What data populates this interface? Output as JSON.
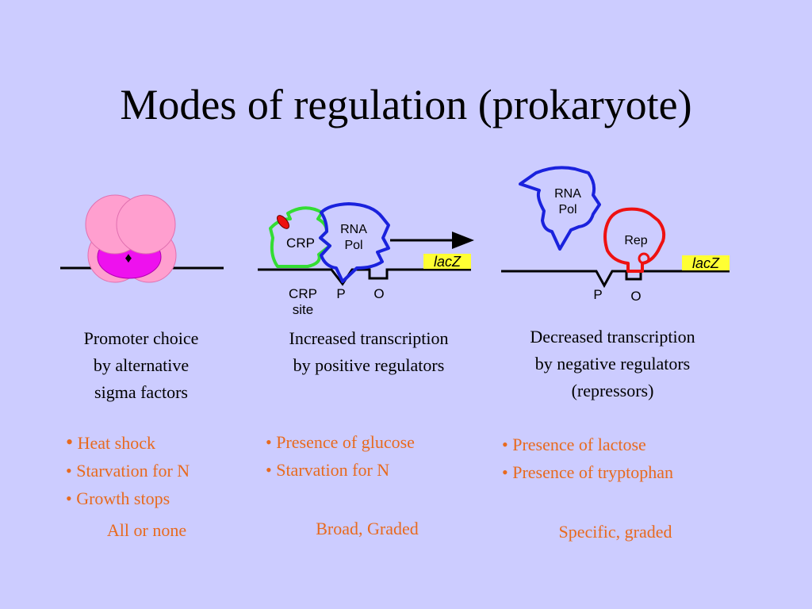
{
  "title": "Modes of regulation (prokaryote)",
  "colors": {
    "background": "#ccccff",
    "accent_text": "#e86a1e",
    "crp": "#33dd33",
    "rna_pol": "#1a22dd",
    "repressor": "#ee1111",
    "sigma_circle": "#ff9fcf",
    "sigma_core": "#ee11ee",
    "gene_box": "#ffff33"
  },
  "diagram1": {
    "glyph": "♦"
  },
  "diagram2": {
    "crp_label": "CRP",
    "pol_label_line1": "RNA",
    "pol_label_line2": "Pol",
    "gene_label": "lacZ",
    "site_label_line1": "CRP",
    "site_label_line2": "site",
    "promoter_label": "P",
    "operator_label": "O"
  },
  "diagram3": {
    "pol_label_line1": "RNA",
    "pol_label_line2": "Pol",
    "rep_label": "Rep",
    "gene_label": "lacZ",
    "promoter_label": "P",
    "operator_label": "O"
  },
  "columns": [
    {
      "caption_lines": [
        "Promoter choice",
        "by alternative",
        "sigma factors"
      ],
      "bullets": [
        "Heat shock",
        "Starvation for N",
        "Growth stops"
      ],
      "summary": "All or none"
    },
    {
      "caption_lines": [
        "Increased transcription",
        "by positive regulators"
      ],
      "bullets": [
        "Presence of glucose",
        "Starvation for N"
      ],
      "summary": "Broad, Graded"
    },
    {
      "caption_lines": [
        "Decreased transcription",
        "by negative regulators",
        "(repressors)"
      ],
      "bullets": [
        "Presence of lactose",
        "Presence of tryptophan"
      ],
      "summary": "Specific, graded"
    }
  ]
}
